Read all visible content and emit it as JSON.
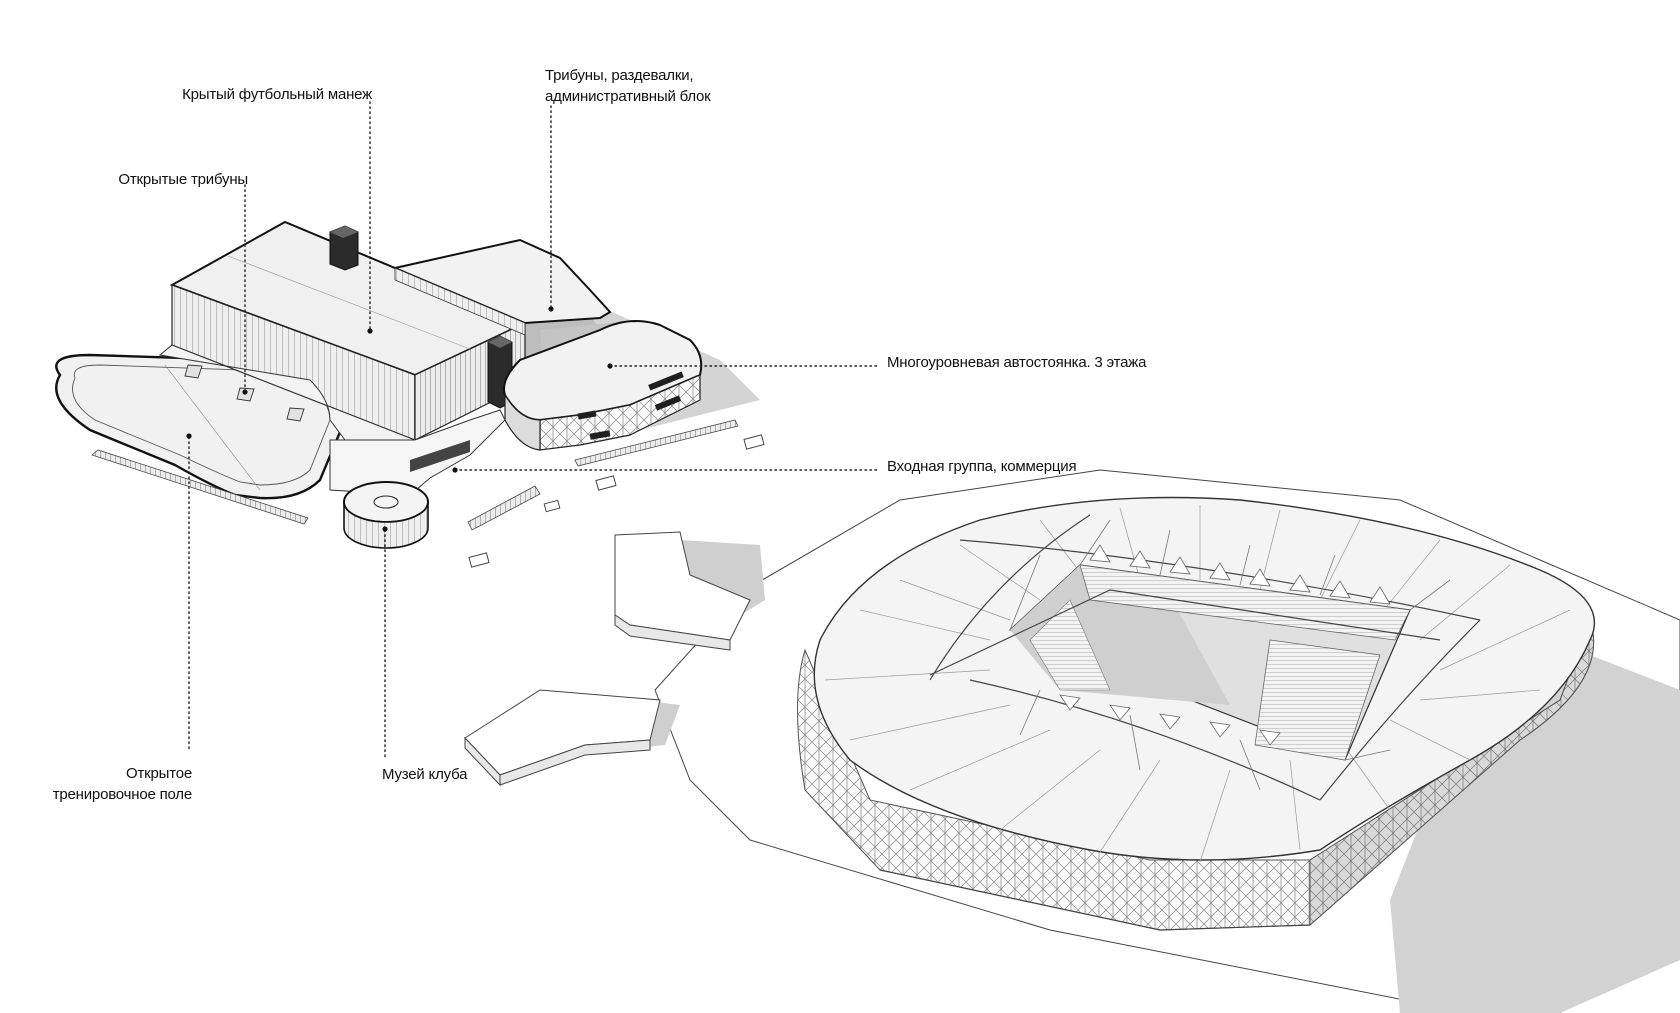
{
  "labels": {
    "indoor_arena": "Крытый футбольный манеж",
    "stands_block": [
      "Трибуны, раздевалки,",
      "административный блок"
    ],
    "open_stands": "Открытые трибуны",
    "parking": "Многоуровневая автостоянка. 3 этажа",
    "entrance": "Входная группа, коммерция",
    "training_field": [
      "Открытое",
      "тренировочное поле"
    ],
    "museum": "Музей клуба"
  },
  "colors": {
    "ink": "#111111",
    "roof": "#f2f2f2",
    "wall": "#e6e6e6",
    "shadow": "#cfcfcf",
    "dark_shadow": "#8a8a8a"
  }
}
